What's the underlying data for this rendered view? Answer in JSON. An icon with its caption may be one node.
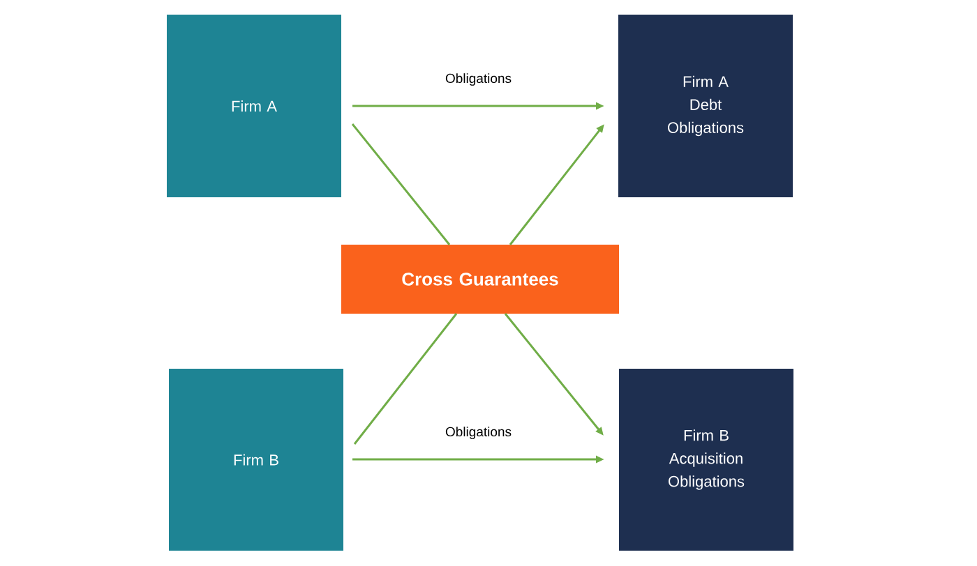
{
  "diagram": {
    "nodes": [
      {
        "text": [
          "Firm A"
        ]
      },
      {
        "text": [
          "Firm A",
          "Debt Obligations"
        ]
      },
      {
        "text": [
          "Cross Guarantees"
        ]
      },
      {
        "text": [
          "Firm B"
        ]
      },
      {
        "text": [
          "Firm B",
          "Acquisition Obligations"
        ]
      }
    ],
    "edges": [
      {
        "from": 0,
        "to": 1,
        "arrow": "to",
        "label": "Obligations"
      },
      {
        "from": 0,
        "to": 2,
        "arrow": "none"
      },
      {
        "from": 2,
        "to": 4,
        "arrow": "to"
      },
      {
        "from": 3,
        "to": 2,
        "arrow": "none"
      },
      {
        "from": 2,
        "to": 1,
        "arrow": "to"
      },
      {
        "from": 3,
        "to": 4,
        "arrow": "to",
        "label": "Obligations"
      }
    ]
  }
}
